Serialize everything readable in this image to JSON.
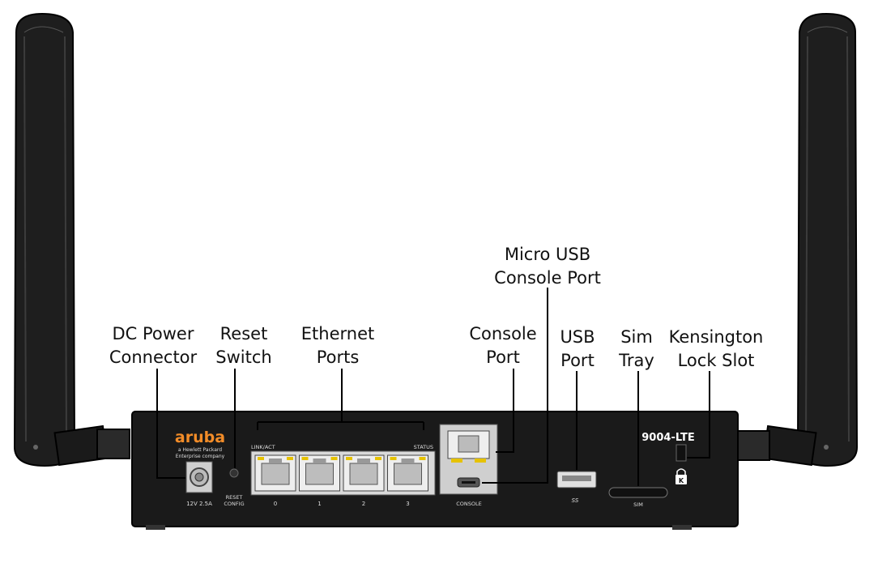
{
  "callouts": {
    "dc_power": [
      "DC Power",
      "Connector"
    ],
    "reset_switch": [
      "Reset",
      "Switch"
    ],
    "ethernet_ports": [
      "Ethernet",
      "Ports"
    ],
    "console_port": [
      "Console",
      "Port"
    ],
    "micro_usb": [
      "Micro USB",
      "Console Port"
    ],
    "usb_port": [
      "USB",
      "Port"
    ],
    "sim_tray": [
      "Sim",
      "Tray"
    ],
    "kensington": [
      "Kensington",
      "Lock Slot"
    ]
  },
  "device": {
    "brand": "aruba",
    "brand_sub": [
      "a Hewlett Packard",
      "Enterprise company"
    ],
    "model": "9004-LTE",
    "power_rating": [
      "12V",
      "2.5A"
    ],
    "reset_label": [
      "RESET",
      "CONFIG"
    ],
    "link_act_label": "LINK/ACT",
    "status_label": "STATUS",
    "port_numbers": [
      "0",
      "1",
      "2",
      "3"
    ],
    "console_label": "CONSOLE",
    "usb_label": "SS",
    "sim_label": "SIM",
    "colors": {
      "brand": "#f28c28",
      "body": "#1a1a1a",
      "port_bg": "#d9d9d9"
    }
  }
}
